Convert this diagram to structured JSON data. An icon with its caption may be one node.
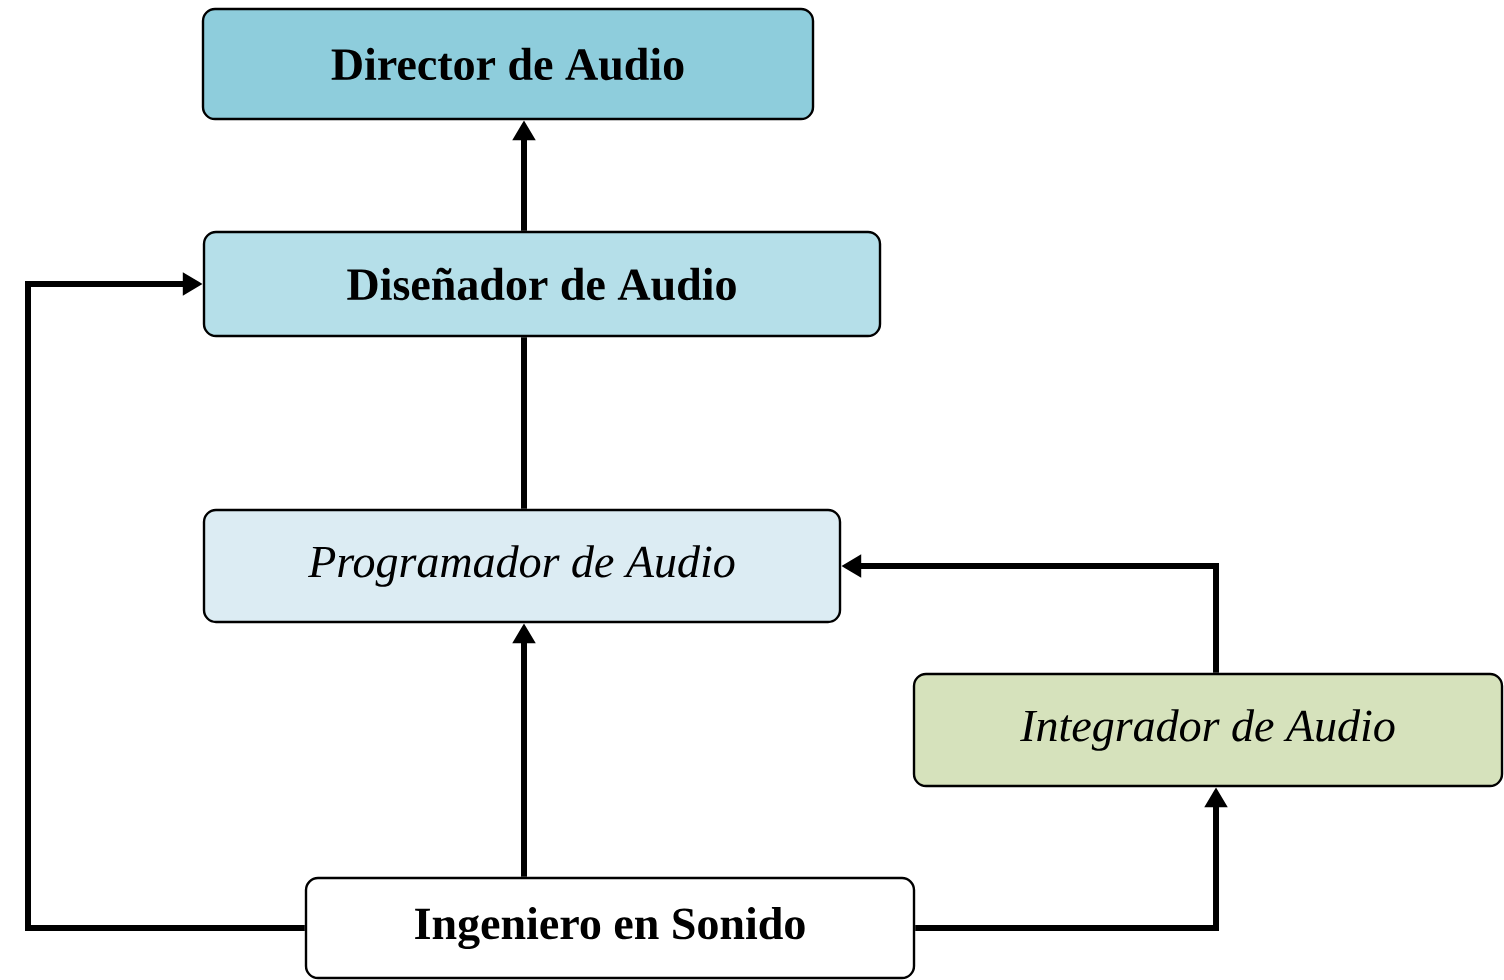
{
  "diagram": {
    "nodes": [
      {
        "text": [
          "Director de Audio"
        ]
      },
      {
        "text": [
          "Diseñador de Audio"
        ]
      },
      {
        "text": [
          "Programador de Audio"
        ]
      },
      {
        "text": [
          "Integrador de Audio"
        ]
      },
      {
        "text": [
          "Ingeniero en Sonido"
        ]
      }
    ],
    "edges": [
      {
        "from": 1,
        "to": 0,
        "arrow": "to"
      },
      {
        "from": 2,
        "to": 1,
        "arrow": "none"
      },
      {
        "from": 4,
        "to": 2,
        "arrow": "to"
      },
      {
        "from": 4,
        "to": 1,
        "arrow": "to"
      },
      {
        "from": 4,
        "to": 3,
        "arrow": "to"
      },
      {
        "from": 3,
        "to": 2,
        "arrow": "to"
      }
    ]
  }
}
